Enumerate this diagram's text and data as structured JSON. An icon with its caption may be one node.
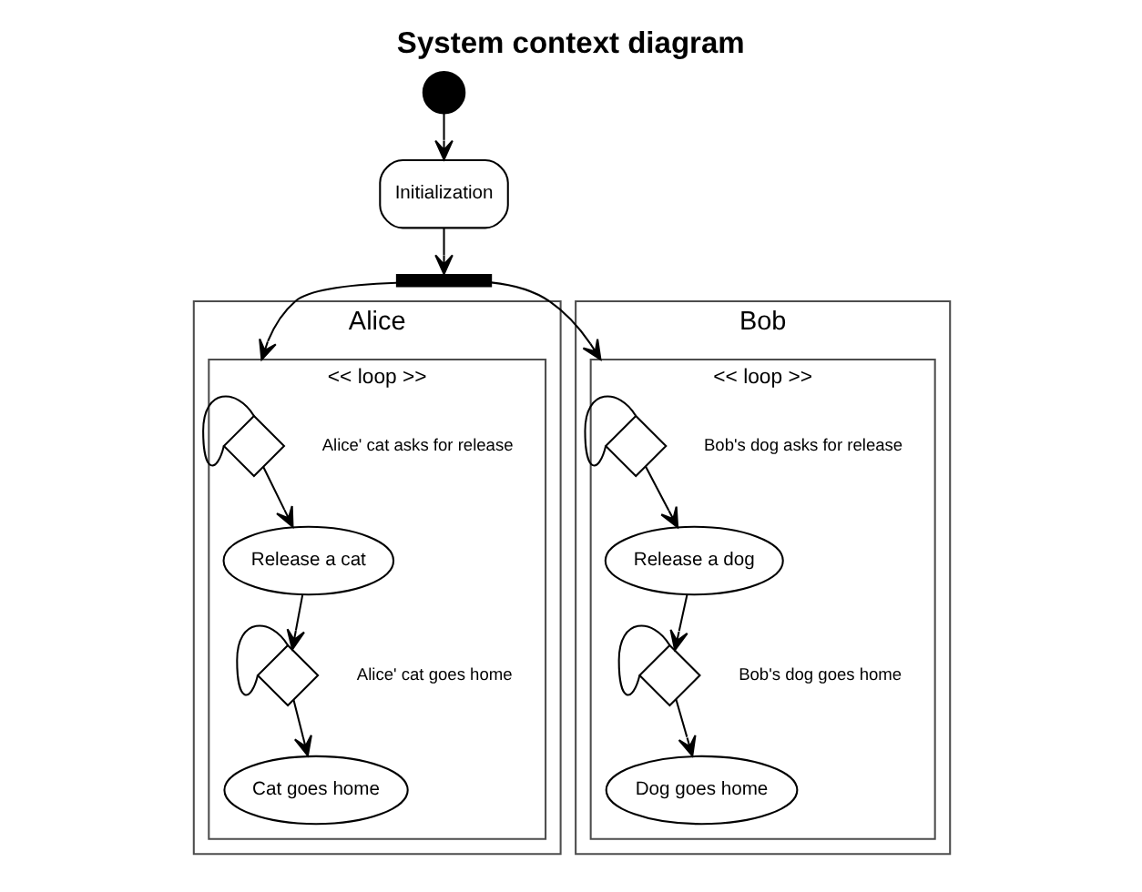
{
  "diagram": {
    "title": "System context diagram",
    "nodes": [
      {
        "text": [],
        "shape": "circle"
      },
      {
        "text": [
          "Initialization"
        ]
      },
      {
        "text": [],
        "shape": "bar"
      },
      {
        "text": [
          "Alice"
        ]
      },
      {
        "text": [
          "<< loop >>"
        ],
        "in": 3
      },
      {
        "text": [],
        "shape": "diamond",
        "in": 4,
        "beside": [
          "Alice' cat asks for release"
        ]
      },
      {
        "text": [
          "Release a cat"
        ],
        "in": 4
      },
      {
        "text": [],
        "shape": "diamond",
        "in": 4,
        "beside": [
          "Alice' cat goes home"
        ]
      },
      {
        "text": [
          "Cat goes home"
        ],
        "in": 4
      },
      {
        "text": [
          "Bob"
        ]
      },
      {
        "text": [
          "<< loop >>"
        ],
        "in": 9
      },
      {
        "text": [],
        "shape": "diamond",
        "in": 10,
        "beside": [
          "Bob's dog asks for release"
        ]
      },
      {
        "text": [
          "Release a dog"
        ],
        "in": 10
      },
      {
        "text": [],
        "shape": "diamond",
        "in": 10,
        "beside": [
          "Bob's dog goes home"
        ]
      },
      {
        "text": [
          "Dog goes home"
        ],
        "in": 10
      }
    ],
    "edges": [
      {
        "from": 0,
        "to": 1,
        "arrow": "to"
      },
      {
        "from": 1,
        "to": 2,
        "arrow": "to"
      },
      {
        "from": 2,
        "to": 4,
        "arrow": "to"
      },
      {
        "from": 2,
        "to": 10,
        "arrow": "to"
      },
      {
        "from": 5,
        "to": 5,
        "arrow": "none"
      },
      {
        "from": 5,
        "to": 6,
        "arrow": "to"
      },
      {
        "from": 6,
        "to": 7,
        "arrow": "to"
      },
      {
        "from": 7,
        "to": 7,
        "arrow": "none"
      },
      {
        "from": 7,
        "to": 8,
        "arrow": "to"
      },
      {
        "from": 11,
        "to": 11,
        "arrow": "none"
      },
      {
        "from": 11,
        "to": 12,
        "arrow": "to"
      },
      {
        "from": 12,
        "to": 13,
        "arrow": "to"
      },
      {
        "from": 13,
        "to": 13,
        "arrow": "none"
      },
      {
        "from": 13,
        "to": 14,
        "arrow": "to"
      }
    ]
  }
}
